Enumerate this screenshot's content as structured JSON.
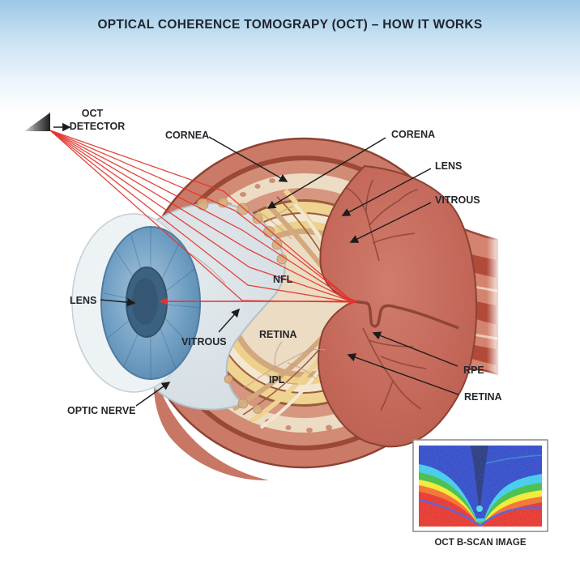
{
  "title": "OPTICAL COHERENCE TOMOGRAPY (OCT) – HOW IT WORKS",
  "eye_labels": {
    "oct_detector_line1": "OCT",
    "oct_detector_line2": "DETECTOR",
    "cornea": "CORNEA",
    "corena": "CORENA",
    "lens_right": "LENS",
    "vitrous_right": "VITROUS",
    "nfl": "NFL",
    "retina_layers": "RETINA",
    "ipl": "IPL",
    "lens_left": "LENS",
    "vitrous_lower": "VITROUS",
    "optic_nerve": "OPTIC NERVE",
    "rpe": "RPE",
    "retina_right": "RETINA"
  },
  "inset": {
    "caption": "OCT B-SCAN IMAGE"
  },
  "colors": {
    "beam_red": "#e2342c",
    "sclera_salmon": "#ca7a66",
    "maroon_outline": "#8e4232",
    "inner_red": "#c4685a",
    "choroid_yellow": "#eed391",
    "cream_layer": "#ecdcc3",
    "vitreous_gray": "#d6dfe4",
    "iris_blue": "#6f9ec3",
    "pupil_navy": "#3c6282",
    "scan_navy": "#1330c0",
    "scan_cyan": "#25c2e8",
    "scan_green": "#28b428",
    "scan_yellow": "#f0e615",
    "scan_orange": "#f2590f",
    "scan_red": "#e0180e"
  }
}
